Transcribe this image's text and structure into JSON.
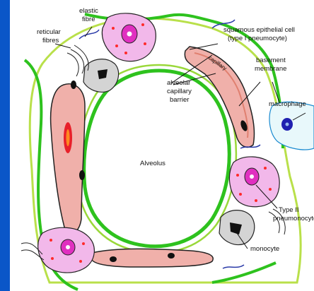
{
  "labels": {
    "elastic_fibre": [
      "elastic",
      "fibre"
    ],
    "reticular_fibres": [
      "reticular",
      "fibres"
    ],
    "squamous": [
      "squamous epithelial cell",
      "(type I pneumocyte)"
    ],
    "basement_membrane": [
      "basement",
      "membrane"
    ],
    "capillary": "capillary",
    "barrier": [
      "alveolar",
      "capillary",
      "barrier"
    ],
    "macrophage": "macrophage",
    "alveolus": "Alveolus",
    "type2": [
      "Type II",
      "pneumonocyte"
    ],
    "monocyte": "monocyte"
  },
  "colors": {
    "frame": "#0a56c8",
    "epithelium": "#2ec21e",
    "basement": "#9ad83a",
    "capillary_fill": "#f0b0aa",
    "capillary_inner": "#f7cfc8",
    "rbc": "#e8202a",
    "type2_cell": "#f2b8ea",
    "type2_nucleus": "#e030c0",
    "granule": "#ff2a2a",
    "monocyte": "#d4d4d4",
    "macrophage_cell": "#e8f8fb",
    "macrophage_nucleus": "#2020b0"
  }
}
